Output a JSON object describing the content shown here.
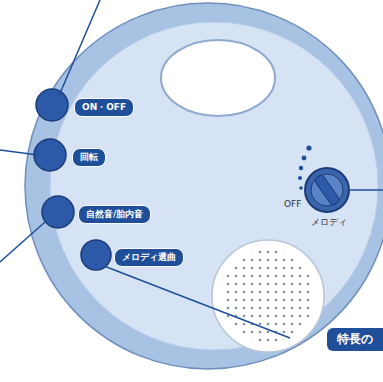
{
  "diagram": {
    "nodes": [
      {
        "text": [
          "ON・OFF"
        ]
      },
      {
        "text": [
          "回転"
        ]
      },
      {
        "text": [
          "自然音/胎内音"
        ]
      },
      {
        "text": [
          "メロディ選曲"
        ]
      },
      {
        "text": [
          "特長の"
        ]
      }
    ],
    "labels": [
      "OFF",
      "メロディ"
    ]
  }
}
